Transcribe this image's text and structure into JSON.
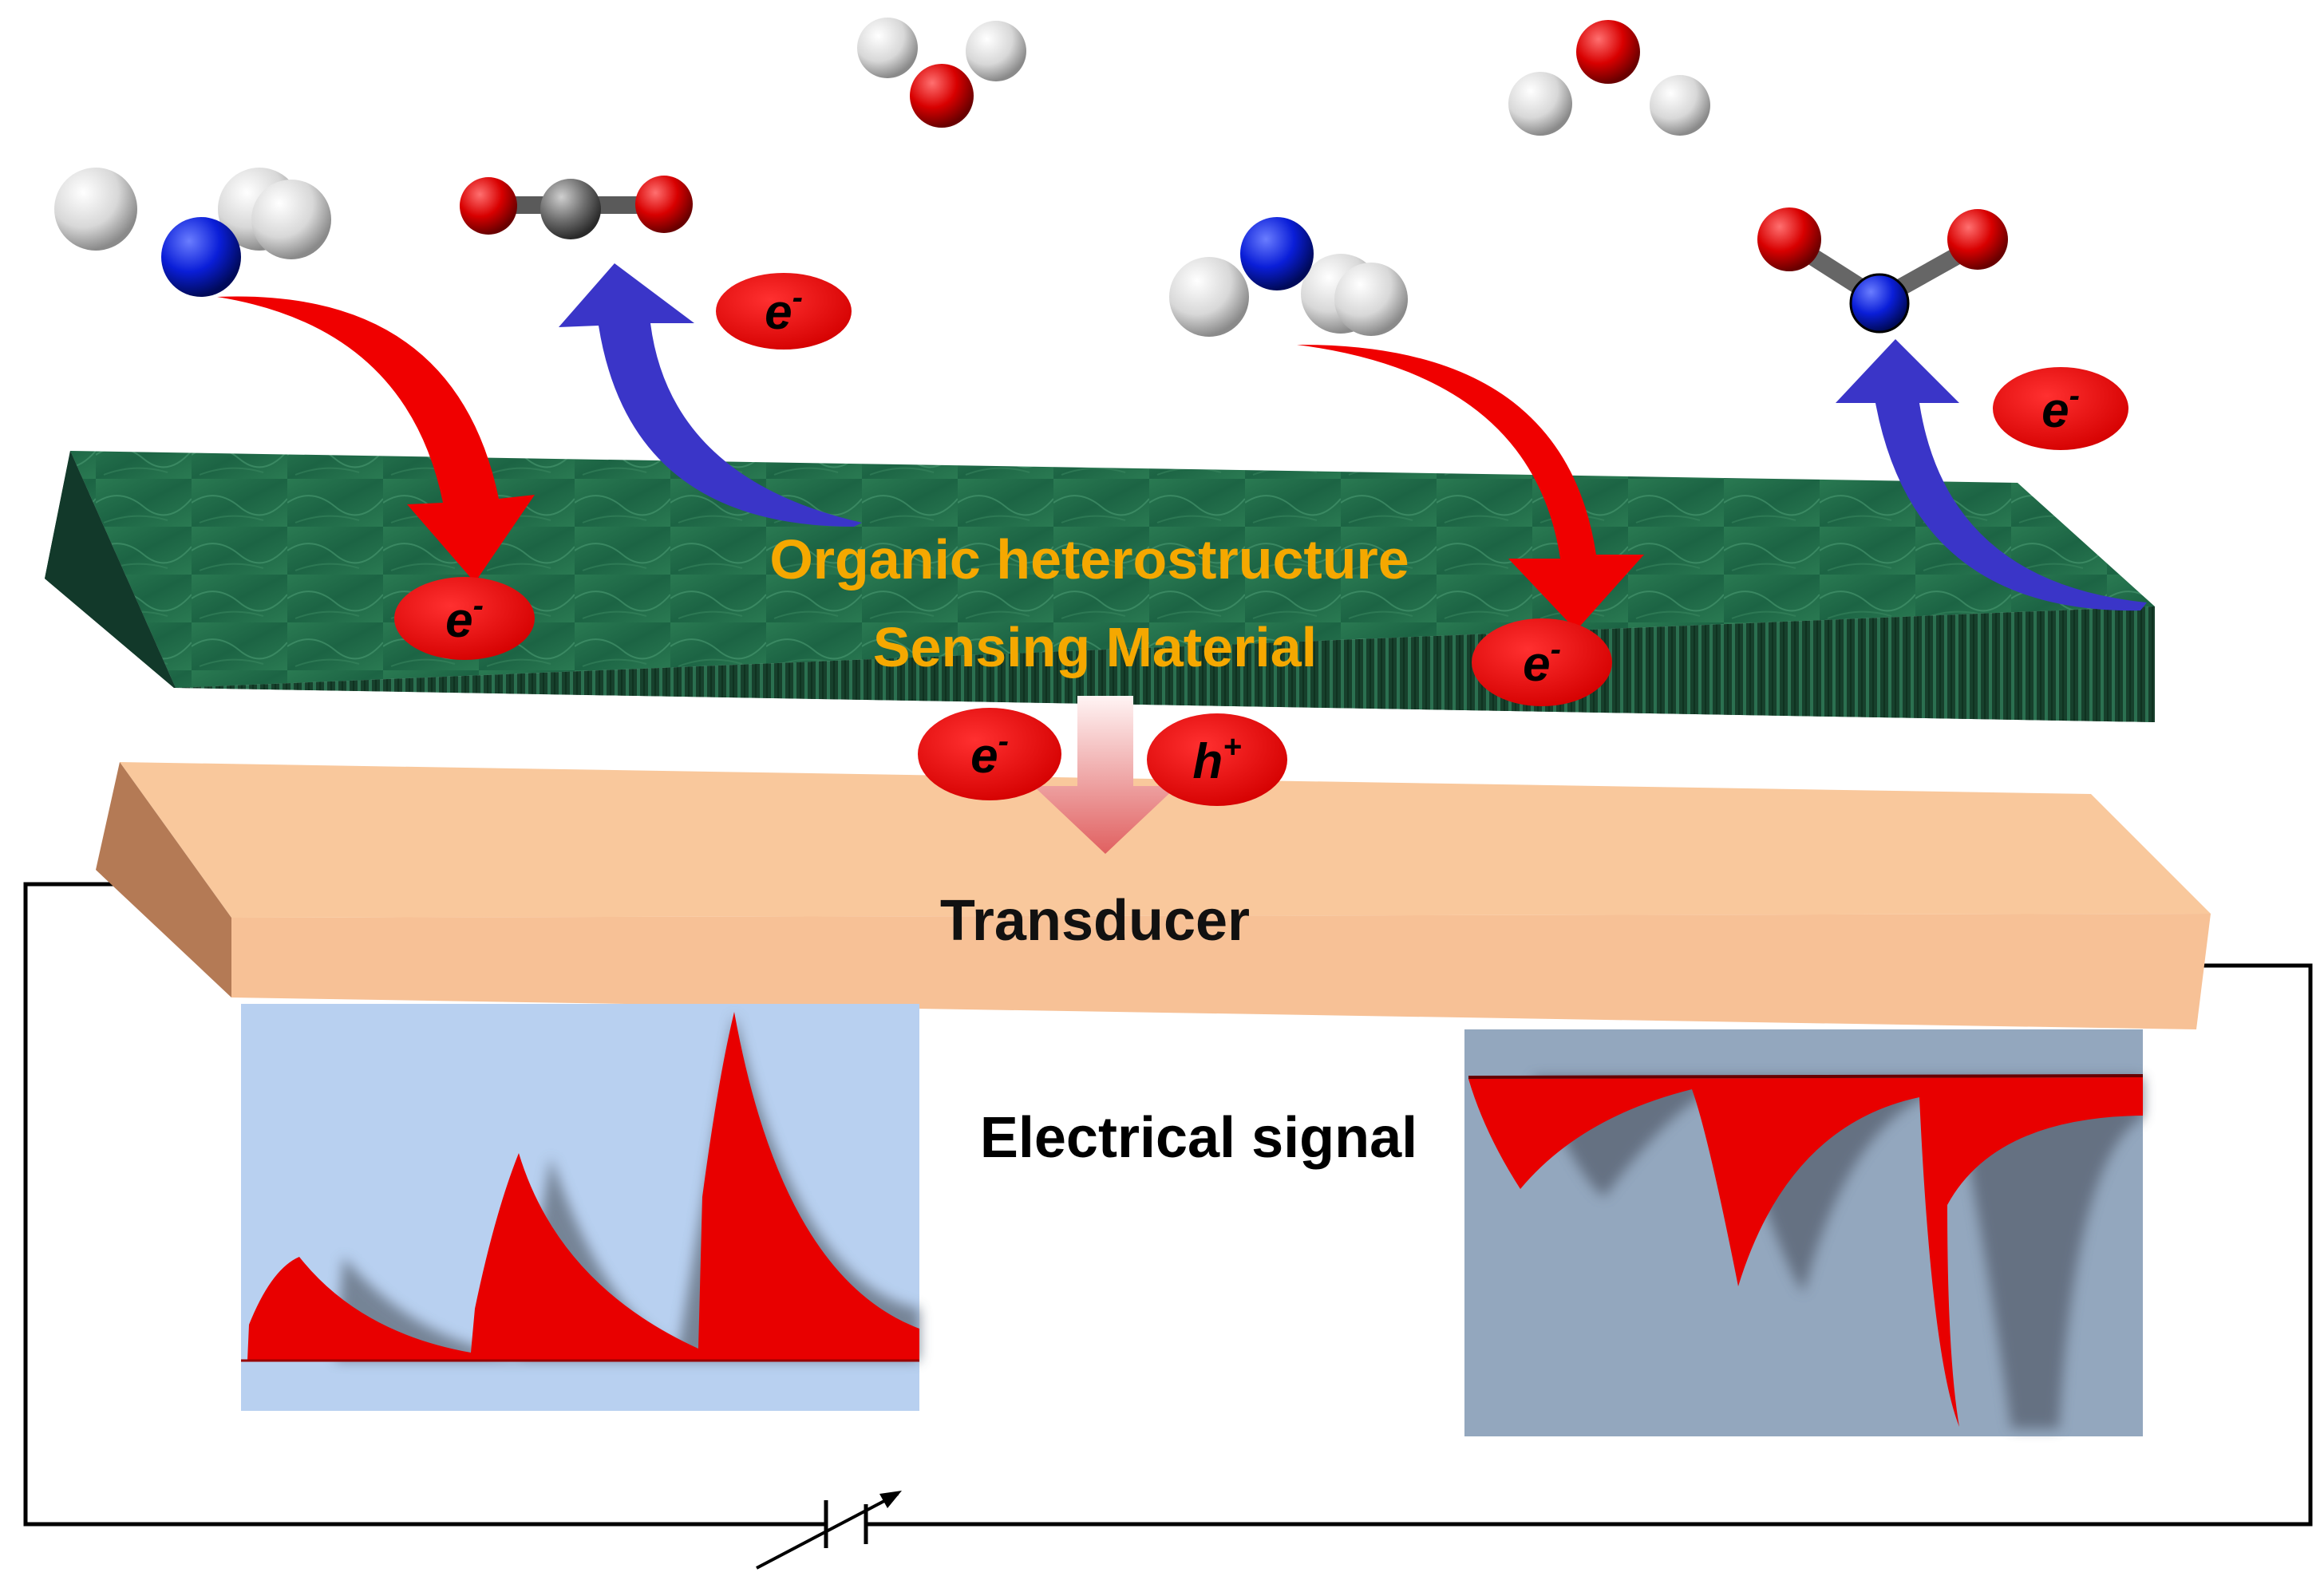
{
  "labels": {
    "sensing_line1": "Organic heterostructure",
    "sensing_line2": "Sensing Material",
    "transducer": "Transducer",
    "signal": "Electrical signal"
  },
  "charges": {
    "electron_base": "e",
    "electron_sup": "-",
    "hole_base": "h",
    "hole_sup": "+"
  },
  "colors": {
    "label_gold": "#F5A800",
    "charge_red": "#E80000",
    "arrow_red": "#F00000",
    "arrow_blue": "#3A35C8",
    "sensing_green": "#1E5A3C",
    "transducer_peach": "#F8C59A",
    "transducer_side": "#B47A55",
    "signal_bg_left": "#B8D0F0",
    "signal_bg_right": "#93A7BE",
    "signal_red": "#E80000",
    "oxygen": "#D80000",
    "nitrogen": "#0A1ED8",
    "carbon": "#707070",
    "hydrogen": "#E8E8E8"
  }
}
